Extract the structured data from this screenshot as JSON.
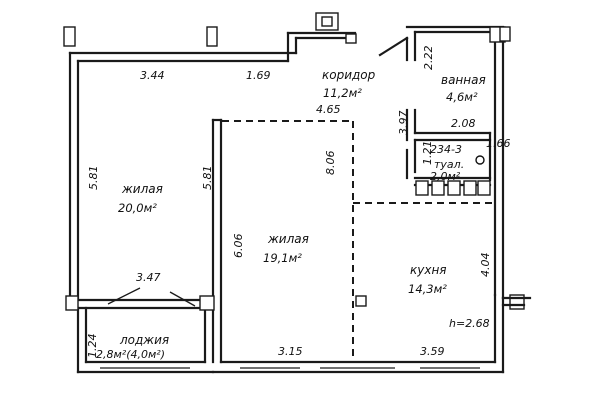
{
  "rooms": {
    "living1": {
      "name": "жилая",
      "area": "20,0м²"
    },
    "living2": {
      "name": "жилая",
      "area": "19,1м²"
    },
    "corridor": {
      "name": "коридор",
      "area": "11,2м²"
    },
    "bathroom": {
      "name": "ванная",
      "area": "4,6м²"
    },
    "kitchen": {
      "name": "кухня",
      "area": "14,3м²"
    },
    "toilet": {
      "code": "234-3",
      "name": "туал.",
      "area": "2,0м²"
    },
    "loggia": {
      "name": "лоджия",
      "area": "2,8м²(4,0м²)"
    }
  },
  "dimensions": {
    "d344": "3.44",
    "d169": "1.69",
    "d465": "4.65",
    "d581a": "5.81",
    "d581b": "5.81",
    "d806": "8.06",
    "d606": "6.06",
    "d347": "3.47",
    "d124": "1.24",
    "d315": "3.15",
    "d359": "3.59",
    "d404": "4.04",
    "d222": "2.22",
    "d208": "2.08",
    "d397": "3.97",
    "d166": "1.66",
    "d121": "1.21",
    "height": "h=2.68"
  }
}
